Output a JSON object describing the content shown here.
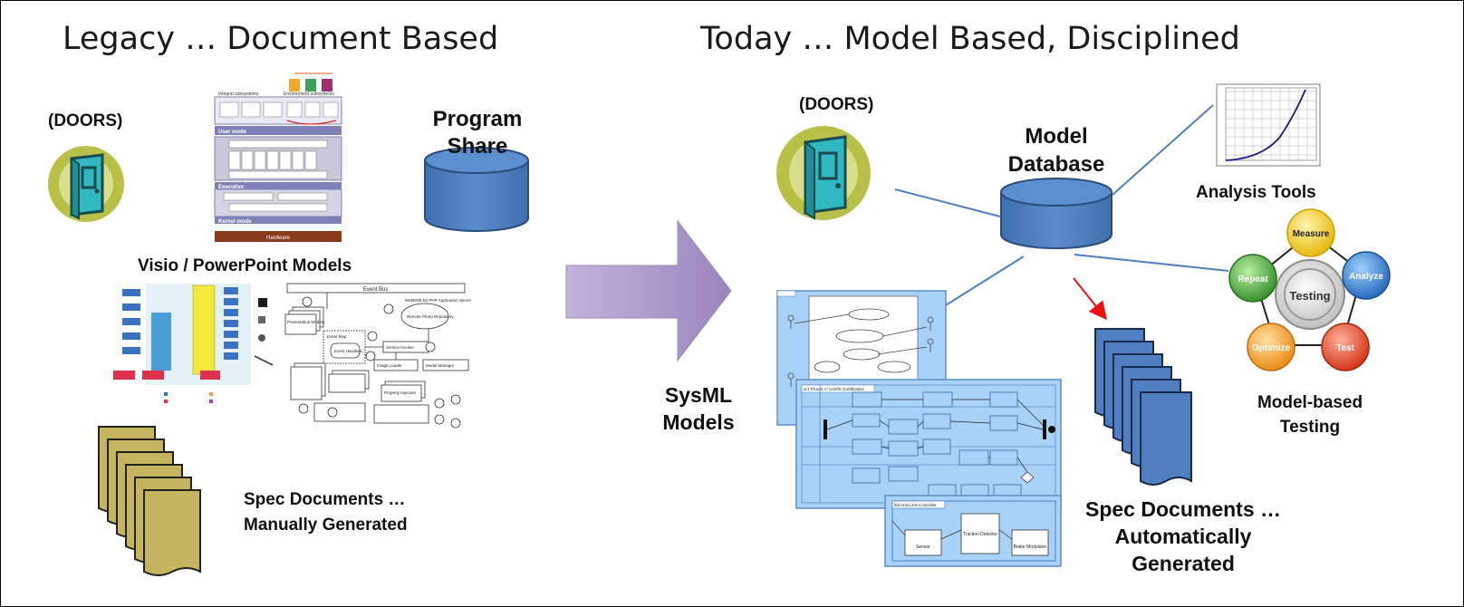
{
  "left": {
    "heading": "Legacy … Document Based",
    "doors_label": "(DOORS)",
    "program_share": [
      "Program",
      "Share"
    ],
    "visio_label": "Visio / PowerPoint Models",
    "spec_docs": [
      "Spec Documents …",
      "Manually Generated"
    ],
    "arch_diagram": {
      "top_a": "Integral subsystems",
      "top_b": "Environment subsystems",
      "user_mode": "User mode",
      "executive": "Executive",
      "kernel_mode": "Kernel mode",
      "hardware": "Hardware"
    },
    "event_diagram": {
      "event_bus": "Event Bus",
      "presentation_models": "Presentation Models",
      "event_map": "Event Map",
      "event_handlers": "Event Handlers",
      "service_invoker": "Service Invoker",
      "image_loader": "Image Loader",
      "model_manager": "Model Manager",
      "property_injectors": "Property Injectors",
      "remote_photo_repository": "Remote Photo Repository",
      "webdrb_server": "WebDRB for PHP Application Server"
    }
  },
  "right": {
    "heading": "Today … Model Based, Disciplined",
    "doors_label": "(DOORS)",
    "model_database": [
      "Model",
      "Database"
    ],
    "analysis_tools": "Analysis Tools",
    "sysml_models": [
      "SysML",
      "Models"
    ],
    "spec_docs": [
      "Spec Documents …",
      "Automatically",
      "Generated"
    ],
    "model_based_testing": [
      "Model-based",
      "Testing"
    ],
    "testing_cycle": {
      "center": "Testing",
      "nodes": [
        "Measure",
        "Analyze",
        "Test",
        "Optimize",
        "Repeat"
      ]
    },
    "activity_diagram_title": "act Thread V: Certific Certification",
    "block_diagram_title": "ibd Anti-Lock Controller",
    "block_parts": [
      "Sensor",
      "Traction Detector",
      "Brake Modulator"
    ]
  },
  "colors": {
    "doc_gold": "#c6b560",
    "doc_blue": "#4f7fc0",
    "db_blue": "#4f81bd",
    "door_teal": "#2fb8c0",
    "door_ring": "#b8c048",
    "arrow_purple": "#b39fcf",
    "red_arrow": "#ee1111",
    "connector": "#4f7fc0",
    "sysml_bg": "#a9d2f8",
    "measure": "#f2c418",
    "analyze": "#2b7fd4",
    "test": "#e4431d",
    "optimize": "#f39a1e",
    "repeat": "#4aa33b"
  }
}
